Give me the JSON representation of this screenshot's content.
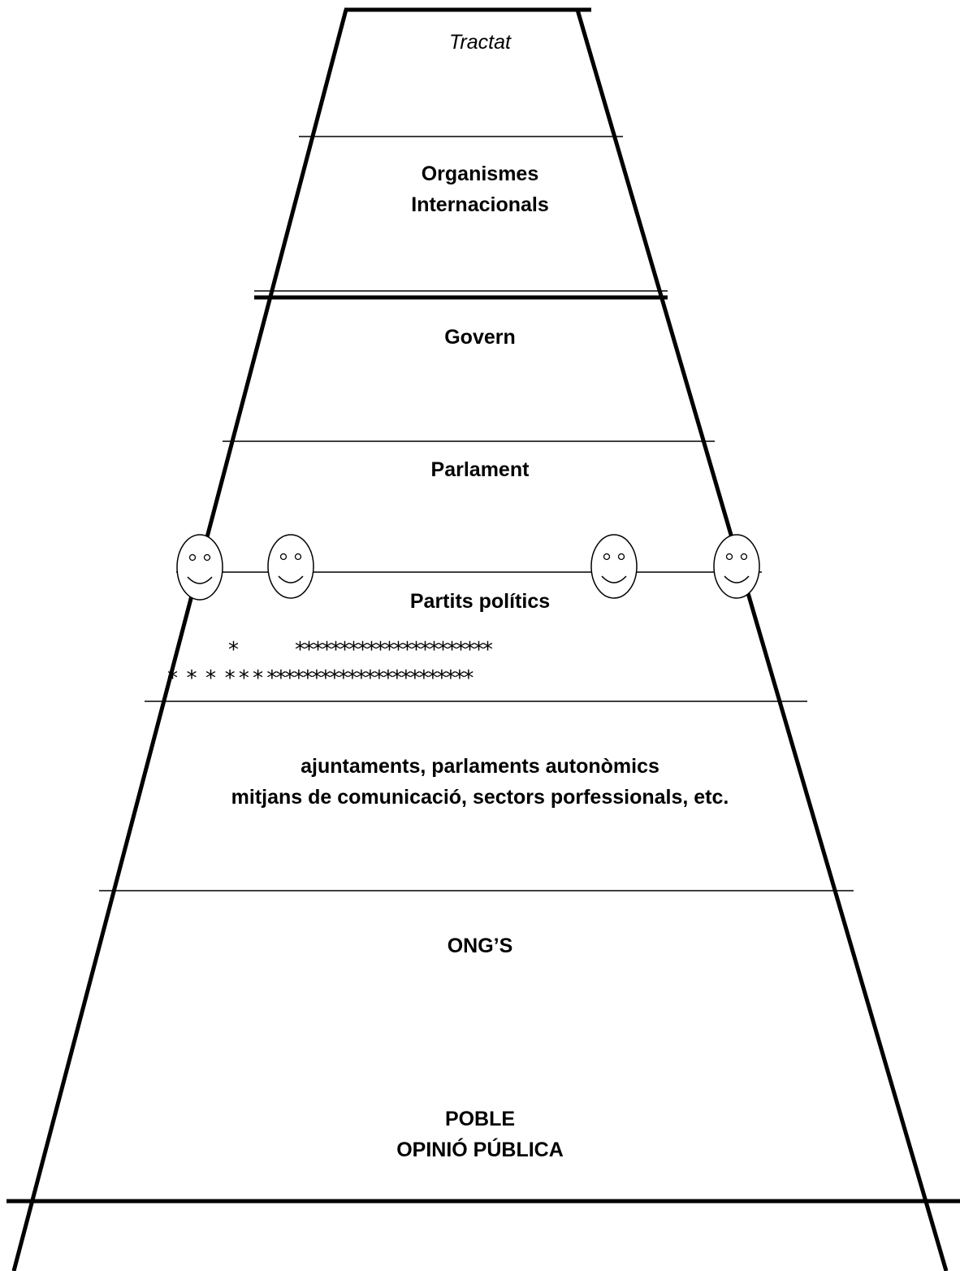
{
  "layers": {
    "tractat": "Tractat",
    "organismes_line1": "Organismes",
    "organismes_line2": "Internacionals",
    "govern": "Govern",
    "parlament": "Parlament",
    "partits": "Partits polítics",
    "societat_line1": "ajuntaments, parlaments autonòmics",
    "societat_line2": "mitjans de comunicació, sectors porfessionals, etc.",
    "ongs": "ONG’S",
    "poble": "POBLE",
    "opinio": "OPINIÓ PÚBLICA"
  },
  "stars": {
    "row1_a": "*",
    "row1_b": "**********************",
    "row2": "*  *  *  * * * ***********************"
  },
  "icons": {
    "faces": [
      "smiley-face-icon",
      "smiley-face-icon",
      "smiley-face-icon",
      "smiley-face-icon"
    ]
  },
  "colors": {
    "ink": "#000000",
    "background": "#ffffff"
  }
}
